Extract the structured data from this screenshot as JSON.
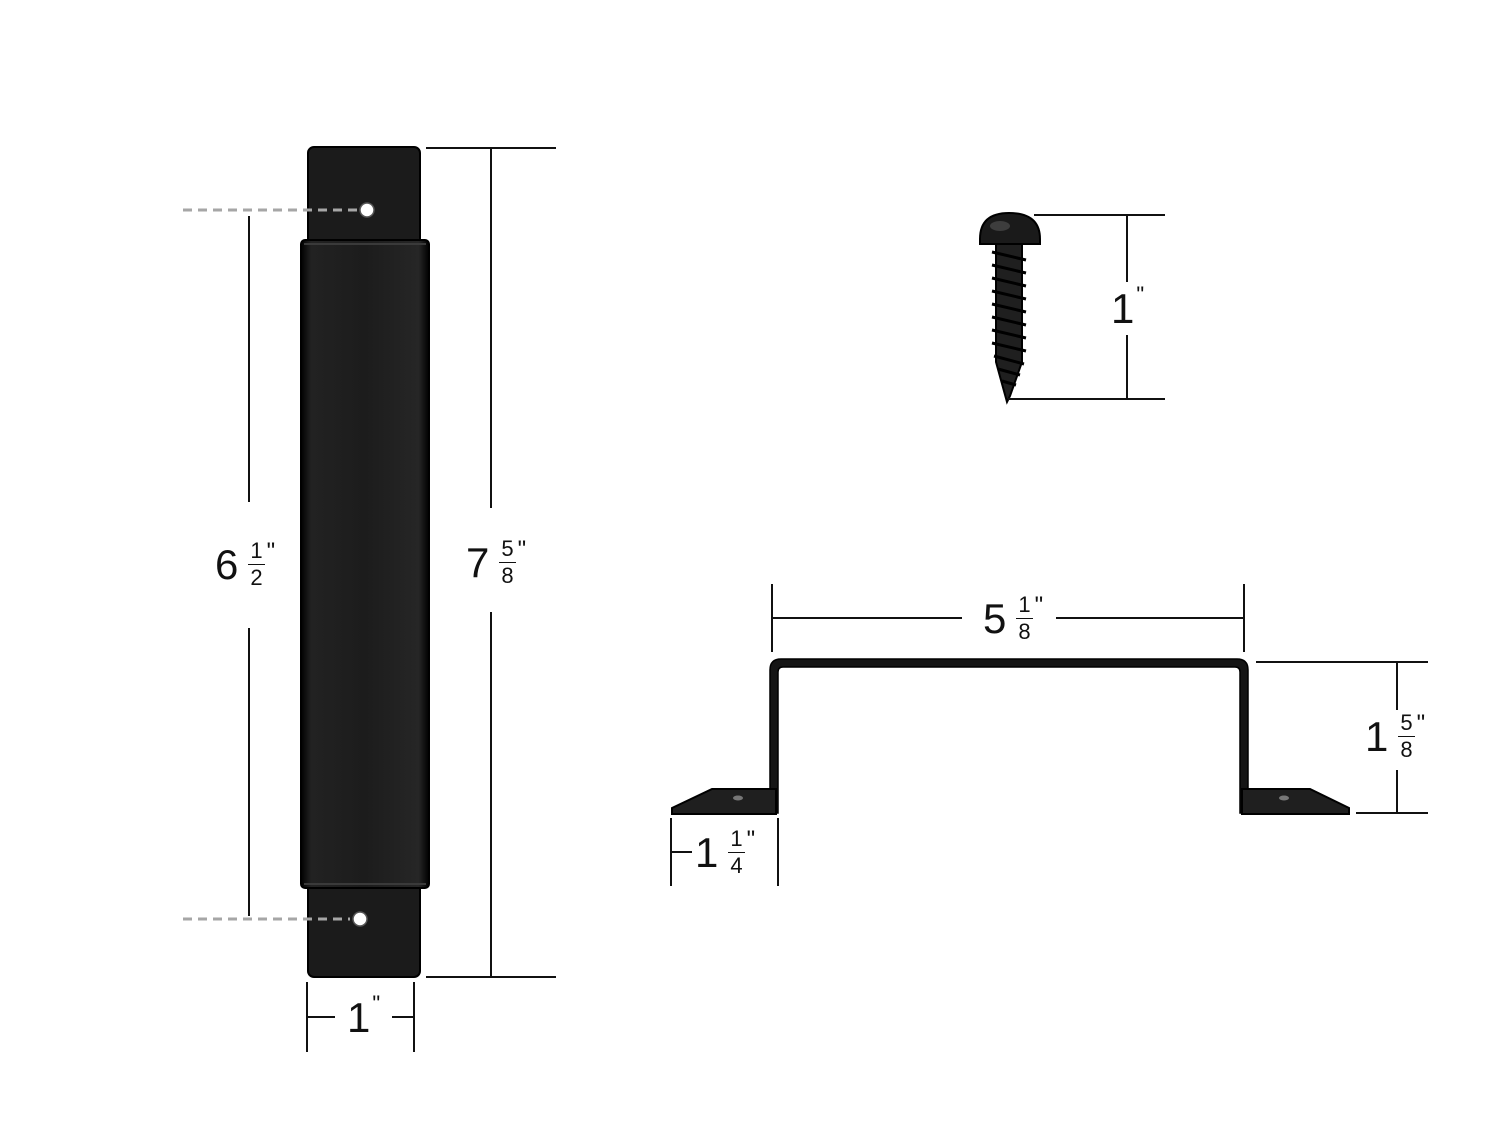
{
  "colors": {
    "metal": "#1a1a1a",
    "metal_edge": "#000000",
    "dim_line": "#111111",
    "guide_line": "#a6a6a6",
    "background": "#ffffff"
  },
  "labels": {
    "bracket_hole_spacing": {
      "whole": "6",
      "numerator": "1",
      "denominator": "2",
      "unit": "\""
    },
    "bracket_height": {
      "whole": "7",
      "numerator": "5",
      "denominator": "8",
      "unit": "\""
    },
    "bracket_width": {
      "whole": "1",
      "unit": "\""
    },
    "screw_length": {
      "whole": "1",
      "unit": "\""
    },
    "handle_length": {
      "whole": "5",
      "numerator": "1",
      "denominator": "8",
      "unit": "\""
    },
    "handle_height": {
      "whole": "1",
      "numerator": "5",
      "denominator": "8",
      "unit": "\""
    },
    "foot_length": {
      "whole": "1",
      "numerator": "1",
      "denominator": "4",
      "unit": "\""
    }
  }
}
